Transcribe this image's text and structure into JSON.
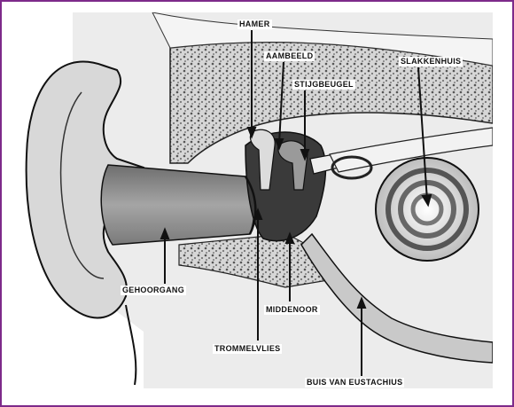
{
  "diagram": {
    "colors": {
      "border": "#7d2a8a",
      "ink": "#111111",
      "tissue": "#e6e6e6",
      "canal": "#8a8a8a",
      "bone": "#cfcfcf"
    },
    "labels": {
      "hamer": "HAMER",
      "aambeeld": "AAMBEELD",
      "stijgbeugel": "STIJGBEUGEL",
      "slakkenhuis": "SLAKKENHUIS",
      "gehoorgang": "GEHOORGANG",
      "middenoor": "MIDDENOOR",
      "trommelvlies": "TROMMELVLIES",
      "buis_van_eustachius": "BUIS VAN EUSTACHIUS"
    }
  }
}
